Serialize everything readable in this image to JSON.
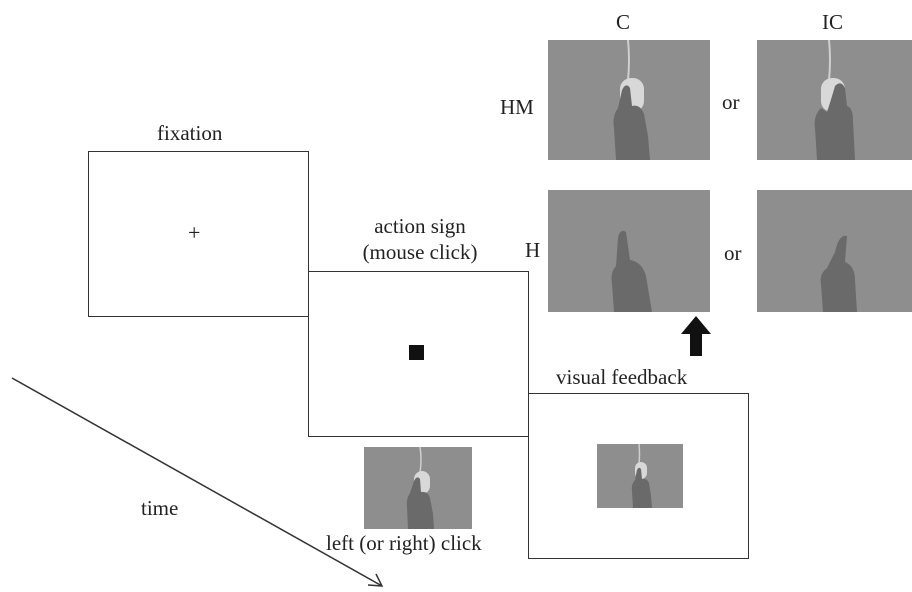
{
  "labels": {
    "fixation": "fixation",
    "fixation_cross": "+",
    "action_sign_line1": "action sign",
    "action_sign_line2": "(mouse click)",
    "visual_feedback": "visual feedback",
    "time": "time",
    "click_caption": "left (or right) click",
    "col_c": "C",
    "col_ic": "IC",
    "row_hm": "HM",
    "row_h": "H",
    "or": "or"
  },
  "colors": {
    "photo_bg": "#8e8e8e",
    "hand": "#6a6a6a",
    "mouse": "#d8d8d8",
    "line": "#333333"
  },
  "icons": [
    "arrow-up-icon",
    "time-arrow-icon"
  ]
}
